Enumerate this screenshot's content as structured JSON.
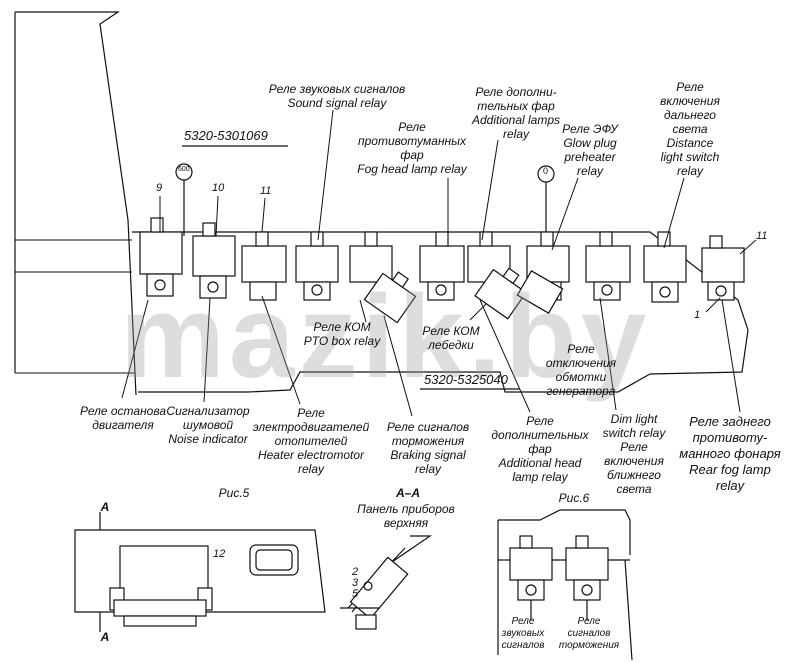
{
  "part_numbers": {
    "top": "5320-5301069",
    "middle": "5320-5325040"
  },
  "figure_captions": {
    "fig5": "Рис.5",
    "fig6": "Рис.6",
    "section": "А–А",
    "section_mark": "А"
  },
  "watermark": "mazik.by",
  "badges": {
    "b1": "600",
    "b2": "0"
  },
  "numbers": {
    "n9": "9",
    "n10": "10",
    "n11a": "11",
    "n11b": "11",
    "n1": "1",
    "n12": "12",
    "n2": "2",
    "n3": "3",
    "n5": "5"
  },
  "labels": {
    "sound_relay": "Реле звуковых сигналов\nSound signal relay",
    "fog_head": "Реле\nпротивотуманных\nфар\nFog head lamp relay",
    "additional_lamps": "Реле дополни-\nтельных фар\nAdditional lamps\nrelay",
    "glow_plug": "Реле ЭФУ\nGlow plug\npreheater\nrelay",
    "distance_light": "Реле\nвключения\nдальнего\nсвета\nDistance\nlight switch\nrelay",
    "pto": "Реле КОМ\nPTO box relay",
    "winch": "Реле КОМ\nлебедки",
    "generator": "Реле\nотключения\nобмотки\nгенератора",
    "engine_stop": "Реле останова\nдвигателя",
    "noise": "Сигнализатор\nшумовой\nNoise indicator",
    "heater": "Реле\nэлектродвигателей\nотопителей\nHeater electromotor\nrelay",
    "braking": "Реле сигналов\nторможения\nBraking signal\nrelay",
    "add_head": "Реле\nдополнительных\nфар\nAdditional head\nlamp relay",
    "dim_light": "Dim light\nswitch relay\nРеле\nвключения\nближнего\nсвета",
    "rear_fog": "Реле заднего\nпротивоту-\nманного фонаря\nRear fog lamp\nrelay",
    "panel": "Панель приборов\nверхняя",
    "sound_small": "Реле\nзвуковых\nсигналов",
    "brake_small": "Реле\nсигналов\nторможения"
  }
}
